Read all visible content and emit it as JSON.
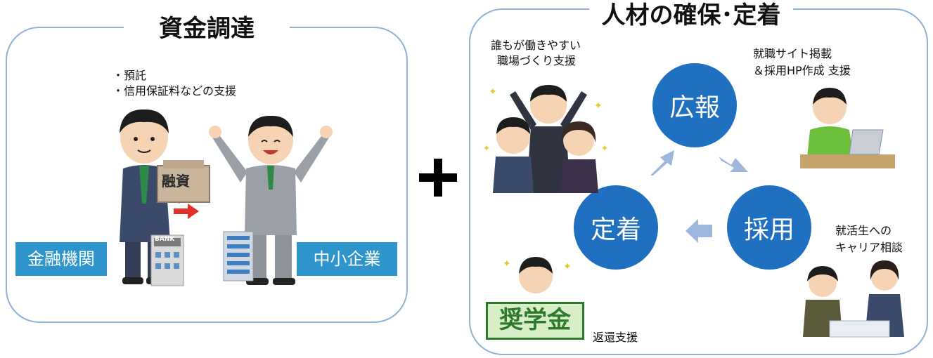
{
  "funding": {
    "title": "資金調達",
    "notes": [
      "・預託",
      "・信用保証料などの支援"
    ],
    "bank_label": "金融機関",
    "sme_label": "中小企業",
    "loan_box_text": "融資",
    "bank_sign_text": "BANK"
  },
  "hr": {
    "title": "人材の確保･定着",
    "cycle": {
      "pr": "広報",
      "hiring": "採用",
      "retention": "定着"
    },
    "notes": {
      "workplace": [
        "誰もが働きやすい",
        "職場づくり支援"
      ],
      "jobsite": [
        "就職サイト掲載",
        "＆採用HP作成 支援"
      ],
      "career": [
        "就活生への",
        "キャリア相談"
      ],
      "scholarship": "返還支援"
    },
    "scholarship_sign": "奨学金"
  },
  "colors": {
    "panel_border": "#8fb2d6",
    "label_blue": "#2e95cc",
    "circle_blue": "#1f70c1",
    "arrow": "#9db8dc"
  }
}
